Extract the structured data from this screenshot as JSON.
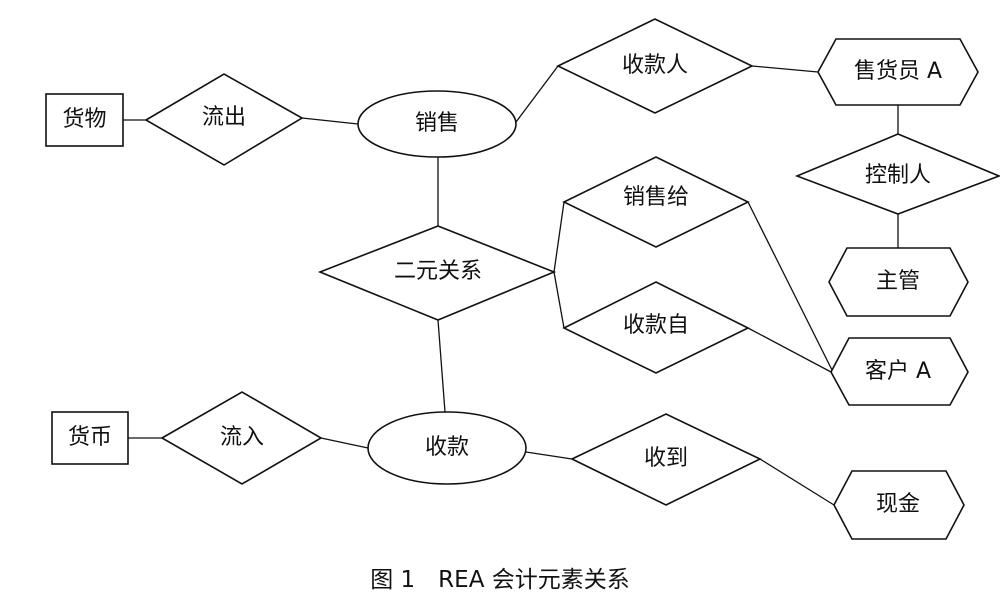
{
  "nodes": {
    "goods": "货物",
    "outflow": "流出",
    "sales": "销售",
    "payee": "收款人",
    "salesperson_a": "售货员 A",
    "controller": "控制人",
    "supervisor": "主管",
    "sold_to": "销售给",
    "binary_relation": "二元关系",
    "received_from": "收款自",
    "customer_a": "客户 A",
    "currency": "货币",
    "inflow": "流入",
    "collection": "收款",
    "received": "收到",
    "cash": "现金"
  },
  "caption": "图 1　REA 会计元素关系"
}
